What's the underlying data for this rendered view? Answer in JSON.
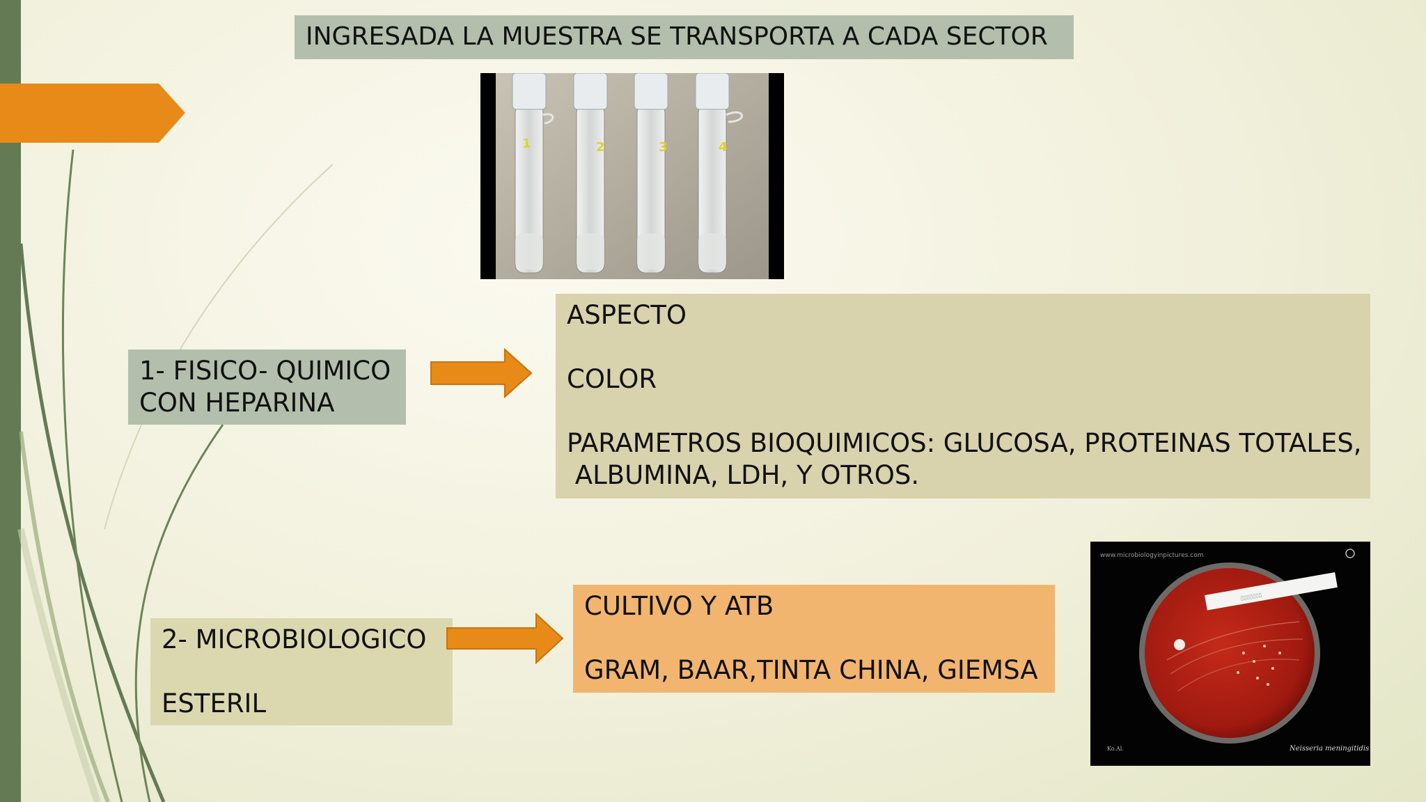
{
  "slide": {
    "title": "INGRESADA LA MUESTRA SE TRANSPORTA A CADA SECTOR",
    "section1": {
      "label_line1": "1- FISICO- QUIMICO",
      "label_line2": "CON HEPARINA",
      "items": [
        "ASPECTO",
        "COLOR",
        "PARAMETROS BIOQUIMICOS: GLUCOSA, PROTEINAS TOTALES,",
        " ALBUMINA, LDH, Y OTROS."
      ]
    },
    "section2": {
      "label_line1": "2- MICROBIOLOGICO",
      "label_line2": "ESTERIL",
      "items": [
        "CULTIVO Y ATB",
        "GRAM, BAAR,TINTA CHINA, GIEMSA"
      ]
    },
    "tubes_photo": {
      "tube_numbers": [
        "1",
        "2",
        "3",
        "4"
      ]
    },
    "plate_photo": {
      "watermark": "www.microbiologyinpictures.com",
      "caption": "Neisseria meningitidis",
      "corner_mark": "Ko.Al."
    }
  },
  "colors": {
    "sidebar": "#647a55",
    "accent_orange": "#e88a17",
    "box_gray_green": "#b3bfac",
    "box_khaki": "#d8d3ad",
    "box_peach": "#f2b56f",
    "agar_red": "#b01e12"
  },
  "icons": [
    "arrow-right-icon",
    "pentagon-arrow-banner",
    "grass-blades-decoration"
  ]
}
